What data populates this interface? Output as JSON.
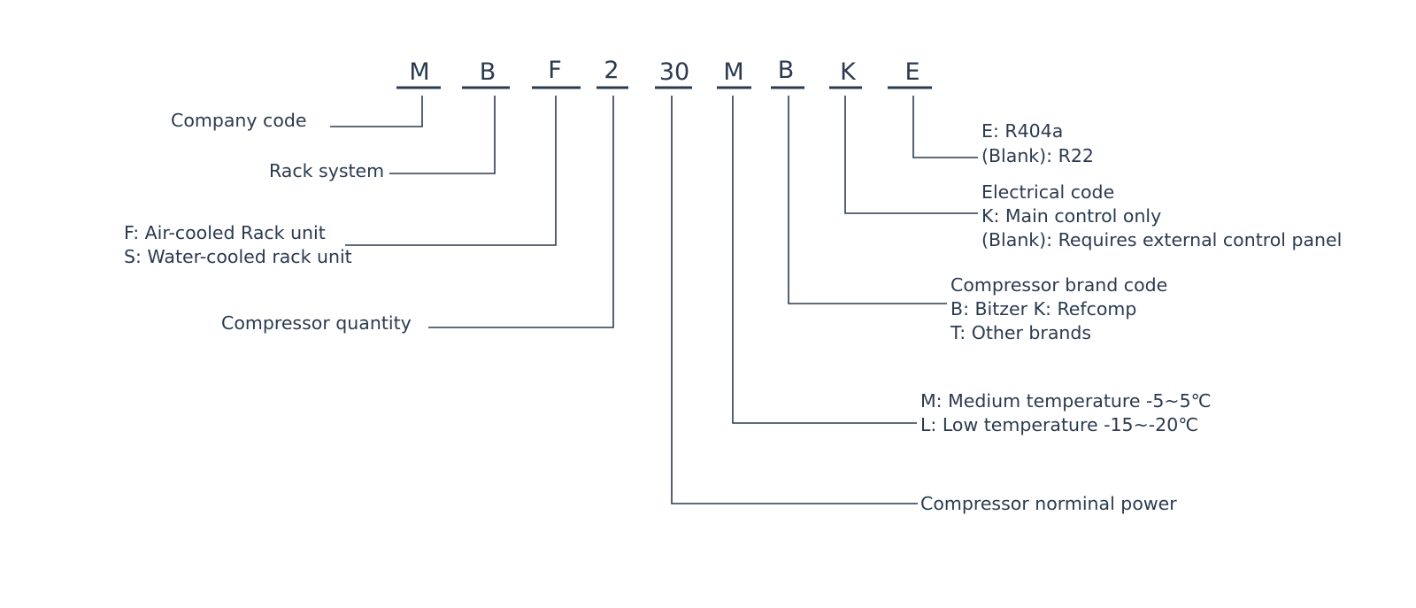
{
  "codes": [
    "M",
    "B",
    "F",
    "2",
    "30",
    "M",
    "B",
    "K",
    "E"
  ],
  "labels": {
    "company_code": "Company code",
    "rack_system": "Rack system",
    "rack_unit": [
      "F: Air-cooled Rack unit",
      "S: Water-cooled rack unit"
    ],
    "compressor_quantity": "Compressor quantity",
    "refrigerant": [
      "E: R404a",
      "(Blank): R22"
    ],
    "electrical": [
      "Electrical code",
      "K: Main control only",
      "(Blank): Requires external control panel"
    ],
    "compressor_brand": [
      "Compressor brand code",
      "B: Bitzer K: Refcomp",
      "T: Other brands"
    ],
    "temperature": [
      "M: Medium temperature -5~5℃",
      "L: Low temperature -15~-20℃"
    ],
    "compressor_power": "Compressor norminal power"
  },
  "colors": {
    "ink": "#2b3a4f",
    "background": "#ffffff"
  }
}
